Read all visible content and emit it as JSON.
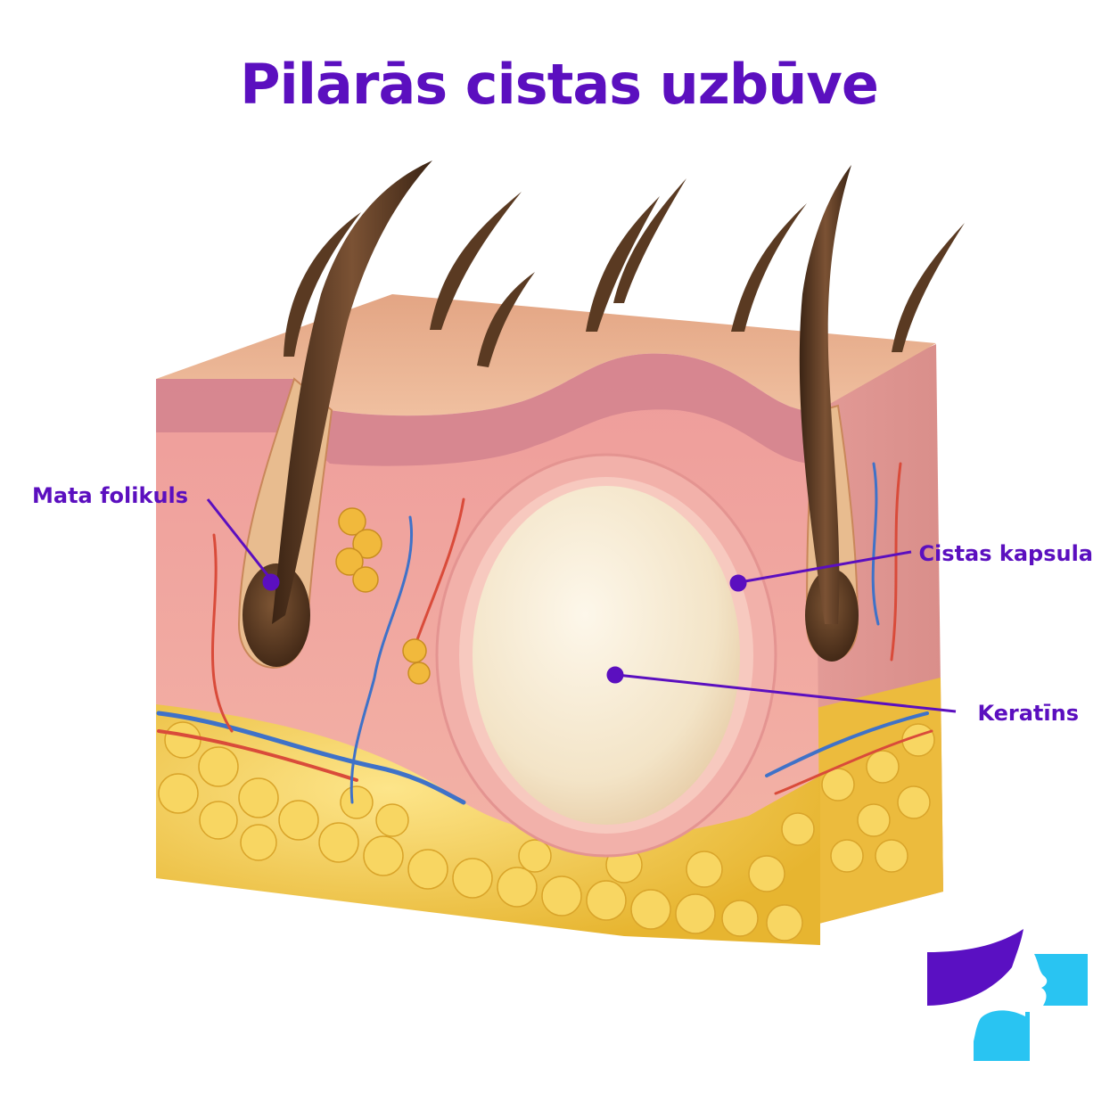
{
  "title": "Pilārās cistas uzbūve",
  "labels": {
    "hair_follicle": "Mata folikuls",
    "cyst_capsule": "Cistas kapsula",
    "keratin": "Keratīns"
  },
  "colors": {
    "accent": "#5b0fbf",
    "logo_purple": "#5a10c2",
    "logo_cyan": "#29c4f2",
    "skin_top": "#e9b08e",
    "dermis": "#f0aaa5",
    "fat": "#f3c94a",
    "keratin": "#f6ecd8"
  }
}
